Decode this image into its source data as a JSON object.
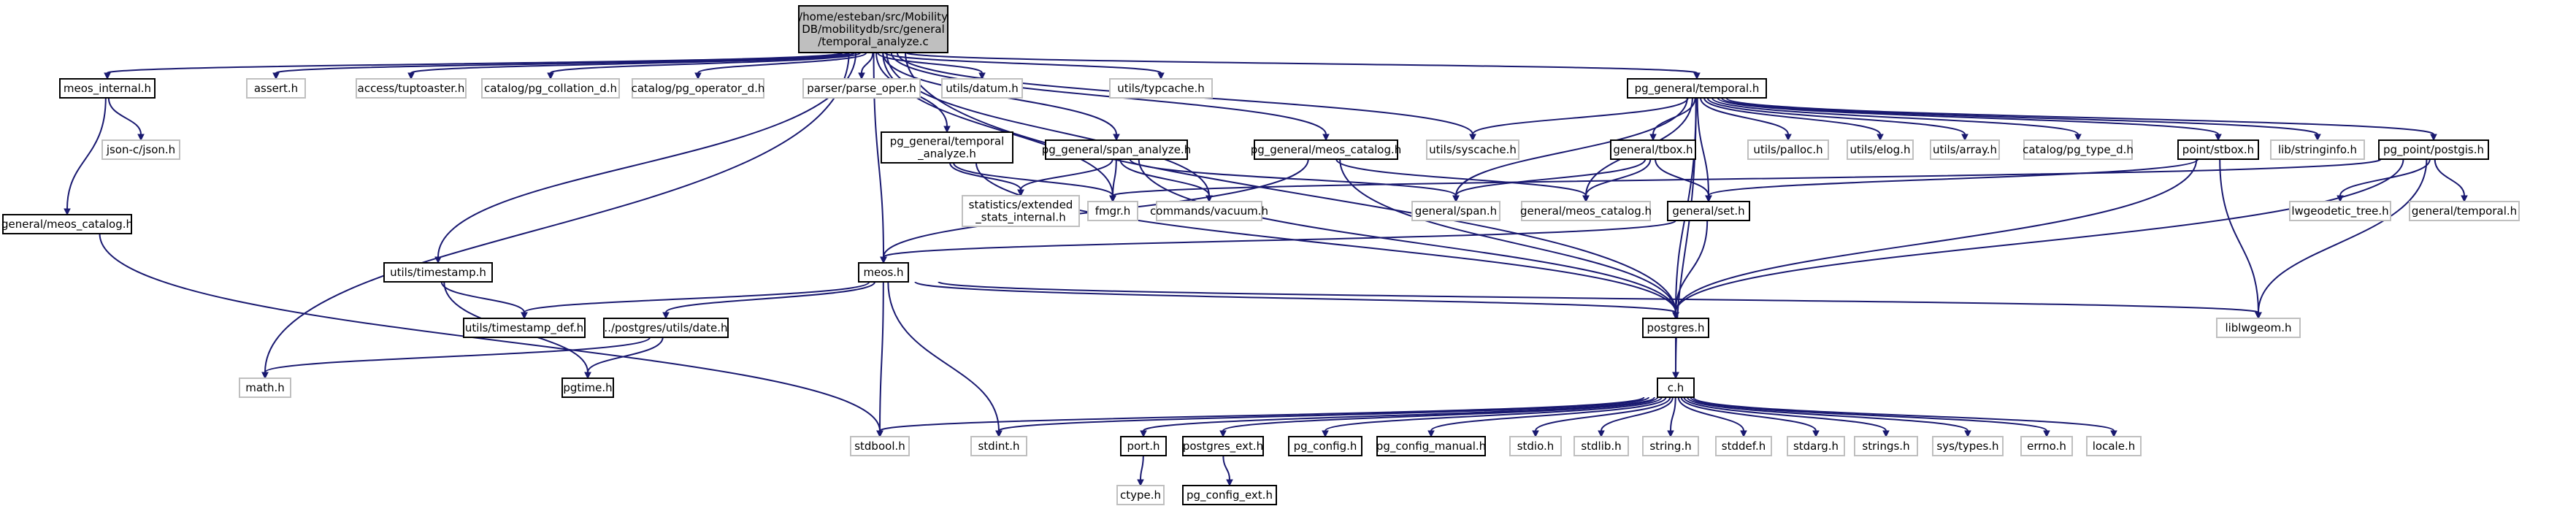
{
  "nodes": [
    {
      "id": "root",
      "label": [
        "/home/esteban/src/Mobility",
        "DB/mobilitydb/src/general",
        "/temporal_analyze.c"
      ],
      "style": "root"
    },
    {
      "id": "meos_internal",
      "label": [
        "meos_internal.h"
      ],
      "style": "solid"
    },
    {
      "id": "assert",
      "label": [
        "assert.h"
      ],
      "style": "gray"
    },
    {
      "id": "tuptoaster",
      "label": [
        "access/tuptoaster.h"
      ],
      "style": "gray"
    },
    {
      "id": "pg_collation",
      "label": [
        "catalog/pg_collation_d.h"
      ],
      "style": "gray"
    },
    {
      "id": "pg_operator",
      "label": [
        "catalog/pg_operator_d.h"
      ],
      "style": "gray"
    },
    {
      "id": "parse_oper",
      "label": [
        "parser/parse_oper.h"
      ],
      "style": "gray"
    },
    {
      "id": "datum",
      "label": [
        "utils/datum.h"
      ],
      "style": "gray"
    },
    {
      "id": "typcache",
      "label": [
        "utils/typcache.h"
      ],
      "style": "gray"
    },
    {
      "id": "pg_temporal",
      "label": [
        "pg_general/temporal.h"
      ],
      "style": "solid"
    },
    {
      "id": "json_c",
      "label": [
        "json-c/json.h"
      ],
      "style": "gray"
    },
    {
      "id": "gen_meos_cat_left",
      "label": [
        "general/meos_catalog.h"
      ],
      "style": "solid"
    },
    {
      "id": "pg_temporal_analyze",
      "label": [
        "pg_general/temporal",
        "_analyze.h"
      ],
      "style": "solid"
    },
    {
      "id": "pg_span_analyze",
      "label": [
        "pg_general/span_analyze.h"
      ],
      "style": "solid"
    },
    {
      "id": "pg_meos_catalog",
      "label": [
        "pg_general/meos_catalog.h"
      ],
      "style": "solid"
    },
    {
      "id": "syscache",
      "label": [
        "utils/syscache.h"
      ],
      "style": "gray"
    },
    {
      "id": "tbox",
      "label": [
        "general/tbox.h"
      ],
      "style": "solid"
    },
    {
      "id": "palloc",
      "label": [
        "utils/palloc.h"
      ],
      "style": "gray"
    },
    {
      "id": "elog",
      "label": [
        "utils/elog.h"
      ],
      "style": "gray"
    },
    {
      "id": "array",
      "label": [
        "utils/array.h"
      ],
      "style": "gray"
    },
    {
      "id": "pg_type_d",
      "label": [
        "catalog/pg_type_d.h"
      ],
      "style": "gray"
    },
    {
      "id": "stbox",
      "label": [
        "point/stbox.h"
      ],
      "style": "solid"
    },
    {
      "id": "stringinfo",
      "label": [
        "lib/stringinfo.h"
      ],
      "style": "gray"
    },
    {
      "id": "pg_postgis",
      "label": [
        "pg_point/postgis.h"
      ],
      "style": "solid"
    },
    {
      "id": "stats_ext",
      "label": [
        "statistics/extended",
        "_stats_internal.h"
      ],
      "style": "gray"
    },
    {
      "id": "fmgr",
      "label": [
        "fmgr.h"
      ],
      "style": "gray"
    },
    {
      "id": "vacuum",
      "label": [
        "commands/vacuum.h"
      ],
      "style": "gray"
    },
    {
      "id": "gen_span",
      "label": [
        "general/span.h"
      ],
      "style": "gray"
    },
    {
      "id": "gen_meos_cat_mid",
      "label": [
        "general/meos_catalog.h"
      ],
      "style": "gray"
    },
    {
      "id": "gen_set",
      "label": [
        "general/set.h"
      ],
      "style": "solid"
    },
    {
      "id": "lwgeodetic",
      "label": [
        "lwgeodetic_tree.h"
      ],
      "style": "gray"
    },
    {
      "id": "gen_temporal",
      "label": [
        "general/temporal.h"
      ],
      "style": "gray"
    },
    {
      "id": "timestamp",
      "label": [
        "utils/timestamp.h"
      ],
      "style": "solid"
    },
    {
      "id": "meos",
      "label": [
        "meos.h"
      ],
      "style": "solid"
    },
    {
      "id": "timestamp_def",
      "label": [
        "utils/timestamp_def.h"
      ],
      "style": "solid"
    },
    {
      "id": "date",
      "label": [
        "../postgres/utils/date.h"
      ],
      "style": "solid"
    },
    {
      "id": "postgres",
      "label": [
        "postgres.h"
      ],
      "style": "solid"
    },
    {
      "id": "liblwgeom",
      "label": [
        "liblwgeom.h"
      ],
      "style": "gray"
    },
    {
      "id": "math",
      "label": [
        "math.h"
      ],
      "style": "gray"
    },
    {
      "id": "pgtime",
      "label": [
        "pgtime.h"
      ],
      "style": "solid"
    },
    {
      "id": "c",
      "label": [
        "c.h"
      ],
      "style": "solid"
    },
    {
      "id": "stdbool",
      "label": [
        "stdbool.h"
      ],
      "style": "gray"
    },
    {
      "id": "stdint",
      "label": [
        "stdint.h"
      ],
      "style": "gray"
    },
    {
      "id": "port",
      "label": [
        "port.h"
      ],
      "style": "solid"
    },
    {
      "id": "postgres_ext",
      "label": [
        "postgres_ext.h"
      ],
      "style": "solid"
    },
    {
      "id": "pg_config",
      "label": [
        "pg_config.h"
      ],
      "style": "solid"
    },
    {
      "id": "pg_config_manual",
      "label": [
        "pg_config_manual.h"
      ],
      "style": "solid"
    },
    {
      "id": "stdio",
      "label": [
        "stdio.h"
      ],
      "style": "gray"
    },
    {
      "id": "stdlib",
      "label": [
        "stdlib.h"
      ],
      "style": "gray"
    },
    {
      "id": "string",
      "label": [
        "string.h"
      ],
      "style": "gray"
    },
    {
      "id": "stddef",
      "label": [
        "stddef.h"
      ],
      "style": "gray"
    },
    {
      "id": "stdarg",
      "label": [
        "stdarg.h"
      ],
      "style": "gray"
    },
    {
      "id": "strings",
      "label": [
        "strings.h"
      ],
      "style": "gray"
    },
    {
      "id": "sys_types",
      "label": [
        "sys/types.h"
      ],
      "style": "gray"
    },
    {
      "id": "errno",
      "label": [
        "errno.h"
      ],
      "style": "gray"
    },
    {
      "id": "locale",
      "label": [
        "locale.h"
      ],
      "style": "gray"
    },
    {
      "id": "ctype",
      "label": [
        "ctype.h"
      ],
      "style": "gray"
    },
    {
      "id": "pg_config_ext",
      "label": [
        "pg_config_ext.h"
      ],
      "style": "solid"
    }
  ],
  "edges": [
    [
      "root",
      "meos_internal"
    ],
    [
      "root",
      "assert"
    ],
    [
      "root",
      "tuptoaster"
    ],
    [
      "root",
      "pg_collation"
    ],
    [
      "root",
      "pg_operator"
    ],
    [
      "root",
      "parse_oper"
    ],
    [
      "root",
      "datum"
    ],
    [
      "root",
      "typcache"
    ],
    [
      "root",
      "pg_temporal"
    ],
    [
      "root",
      "pg_temporal_analyze"
    ],
    [
      "root",
      "pg_span_analyze"
    ],
    [
      "root",
      "pg_meos_catalog"
    ],
    [
      "root",
      "syscache"
    ],
    [
      "root",
      "timestamp"
    ],
    [
      "root",
      "meos"
    ],
    [
      "root",
      "math"
    ],
    [
      "root",
      "fmgr"
    ],
    [
      "root",
      "vacuum"
    ],
    [
      "root",
      "postgres"
    ],
    [
      "meos_internal",
      "json_c"
    ],
    [
      "meos_internal",
      "gen_meos_cat_left"
    ],
    [
      "gen_meos_cat_left",
      "stdbool"
    ],
    [
      "pg_temporal",
      "syscache"
    ],
    [
      "pg_temporal",
      "tbox"
    ],
    [
      "pg_temporal",
      "palloc"
    ],
    [
      "pg_temporal",
      "elog"
    ],
    [
      "pg_temporal",
      "array"
    ],
    [
      "pg_temporal",
      "pg_type_d"
    ],
    [
      "pg_temporal",
      "stbox"
    ],
    [
      "pg_temporal",
      "stringinfo"
    ],
    [
      "pg_temporal",
      "pg_postgis"
    ],
    [
      "pg_temporal",
      "gen_span"
    ],
    [
      "pg_temporal",
      "gen_meos_cat_mid"
    ],
    [
      "pg_temporal",
      "gen_set"
    ],
    [
      "pg_temporal",
      "postgres"
    ],
    [
      "pg_temporal",
      "c"
    ],
    [
      "pg_temporal_analyze",
      "stats_ext"
    ],
    [
      "pg_temporal_analyze",
      "fmgr"
    ],
    [
      "pg_temporal_analyze",
      "postgres"
    ],
    [
      "pg_span_analyze",
      "stats_ext"
    ],
    [
      "pg_span_analyze",
      "fmgr"
    ],
    [
      "pg_span_analyze",
      "vacuum"
    ],
    [
      "pg_span_analyze",
      "gen_span"
    ],
    [
      "pg_span_analyze",
      "postgres"
    ],
    [
      "pg_meos_catalog",
      "meos"
    ],
    [
      "pg_meos_catalog",
      "gen_meos_cat_mid"
    ],
    [
      "pg_meos_catalog",
      "postgres"
    ],
    [
      "tbox",
      "gen_span"
    ],
    [
      "tbox",
      "gen_meos_cat_mid"
    ],
    [
      "tbox",
      "gen_set"
    ],
    [
      "stbox",
      "gen_set"
    ],
    [
      "stbox",
      "postgres"
    ],
    [
      "stbox",
      "liblwgeom"
    ],
    [
      "pg_postgis",
      "fmgr"
    ],
    [
      "pg_postgis",
      "lwgeodetic"
    ],
    [
      "pg_postgis",
      "gen_temporal"
    ],
    [
      "pg_postgis",
      "postgres"
    ],
    [
      "pg_postgis",
      "liblwgeom"
    ],
    [
      "gen_set",
      "meos"
    ],
    [
      "gen_set",
      "postgres"
    ],
    [
      "timestamp",
      "timestamp_def"
    ],
    [
      "timestamp",
      "pgtime"
    ],
    [
      "meos",
      "timestamp_def"
    ],
    [
      "meos",
      "date"
    ],
    [
      "meos",
      "postgres"
    ],
    [
      "meos",
      "liblwgeom"
    ],
    [
      "meos",
      "stdbool"
    ],
    [
      "meos",
      "stdint"
    ],
    [
      "date",
      "math"
    ],
    [
      "date",
      "pgtime"
    ],
    [
      "postgres",
      "c"
    ],
    [
      "c",
      "stdbool"
    ],
    [
      "c",
      "stdint"
    ],
    [
      "c",
      "port"
    ],
    [
      "c",
      "postgres_ext"
    ],
    [
      "c",
      "pg_config"
    ],
    [
      "c",
      "pg_config_manual"
    ],
    [
      "c",
      "stdio"
    ],
    [
      "c",
      "stdlib"
    ],
    [
      "c",
      "string"
    ],
    [
      "c",
      "stddef"
    ],
    [
      "c",
      "stdarg"
    ],
    [
      "c",
      "strings"
    ],
    [
      "c",
      "sys_types"
    ],
    [
      "c",
      "errno"
    ],
    [
      "c",
      "locale"
    ],
    [
      "port",
      "ctype"
    ],
    [
      "postgres_ext",
      "pg_config_ext"
    ]
  ]
}
